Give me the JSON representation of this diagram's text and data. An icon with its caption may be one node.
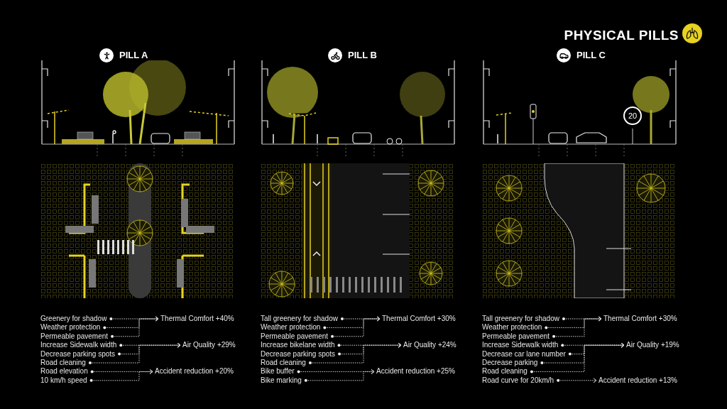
{
  "diagram": {
    "title": "PHYSICAL PILLS",
    "nodes": [
      {
        "text": [
          "Greenery for shadow"
        ]
      },
      {
        "text": [
          "Weather protection"
        ]
      },
      {
        "text": [
          "Permeable pavement"
        ]
      },
      {
        "text": [
          "Increase Sidewalk width"
        ]
      },
      {
        "text": [
          "Decrease parking spots"
        ]
      },
      {
        "text": [
          "Road cleaning"
        ]
      },
      {
        "text": [
          "Road elevation"
        ]
      },
      {
        "text": [
          "10 km/h speed"
        ]
      },
      {
        "text": [
          "Thermal Comfort +40%"
        ]
      },
      {
        "text": [
          "Air Quality +29%"
        ]
      },
      {
        "text": [
          "Accident reduction +20%"
        ]
      },
      {
        "text": [
          "Tall greenery for shadow"
        ]
      },
      {
        "text": [
          "Weather protection"
        ]
      },
      {
        "text": [
          "Permeable pavement"
        ]
      },
      {
        "text": [
          "Increase bikelane width"
        ]
      },
      {
        "text": [
          "Decrease parking spots"
        ]
      },
      {
        "text": [
          "Road cleaning"
        ]
      },
      {
        "text": [
          "Bike buffer"
        ]
      },
      {
        "text": [
          "Bike marking"
        ]
      },
      {
        "text": [
          "Thermal Comfort +30%"
        ]
      },
      {
        "text": [
          "Air Quality +24%"
        ]
      },
      {
        "text": [
          "Accident reduction +25%"
        ]
      },
      {
        "text": [
          "Tall greenery for shadow"
        ]
      },
      {
        "text": [
          "Weather protection"
        ]
      },
      {
        "text": [
          "Permeable pavement"
        ]
      },
      {
        "text": [
          "Increase Sidewalk width"
        ]
      },
      {
        "text": [
          "Decrease car lane number"
        ]
      },
      {
        "text": [
          "Decrease parking"
        ]
      },
      {
        "text": [
          "Road cleaning"
        ]
      },
      {
        "text": [
          "Road curve for 20km/h"
        ]
      },
      {
        "text": [
          "Thermal Comfort +30%"
        ]
      },
      {
        "text": [
          "Air Quality +19%"
        ]
      },
      {
        "text": [
          "Accident reduction +13%"
        ]
      }
    ],
    "edges": [
      {
        "from": 0,
        "to": 8,
        "arrow": "to"
      },
      {
        "from": 1,
        "to": 8,
        "arrow": "to"
      },
      {
        "from": 2,
        "to": 8,
        "arrow": "to"
      },
      {
        "from": 3,
        "to": 9,
        "arrow": "to"
      },
      {
        "from": 4,
        "to": 9,
        "arrow": "to"
      },
      {
        "from": 5,
        "to": 9,
        "arrow": "to"
      },
      {
        "from": 6,
        "to": 10,
        "arrow": "to"
      },
      {
        "from": 7,
        "to": 10,
        "arrow": "to"
      },
      {
        "from": 11,
        "to": 19,
        "arrow": "to"
      },
      {
        "from": 12,
        "to": 19,
        "arrow": "to"
      },
      {
        "from": 13,
        "to": 19,
        "arrow": "to"
      },
      {
        "from": 14,
        "to": 20,
        "arrow": "to"
      },
      {
        "from": 15,
        "to": 20,
        "arrow": "to"
      },
      {
        "from": 16,
        "to": 20,
        "arrow": "to"
      },
      {
        "from": 17,
        "to": 21,
        "arrow": "to"
      },
      {
        "from": 18,
        "to": 21,
        "arrow": "to"
      },
      {
        "from": 22,
        "to": 30,
        "arrow": "to"
      },
      {
        "from": 23,
        "to": 30,
        "arrow": "to"
      },
      {
        "from": 24,
        "to": 30,
        "arrow": "to"
      },
      {
        "from": 25,
        "to": 31,
        "arrow": "to"
      },
      {
        "from": 26,
        "to": 31,
        "arrow": "to"
      },
      {
        "from": 27,
        "to": 31,
        "arrow": "to"
      },
      {
        "from": 28,
        "to": 31,
        "arrow": "to"
      },
      {
        "from": 29,
        "to": 32,
        "arrow": "to"
      }
    ],
    "labels": [
      "PILL A",
      "PILL B",
      "PILL C",
      "20"
    ]
  }
}
